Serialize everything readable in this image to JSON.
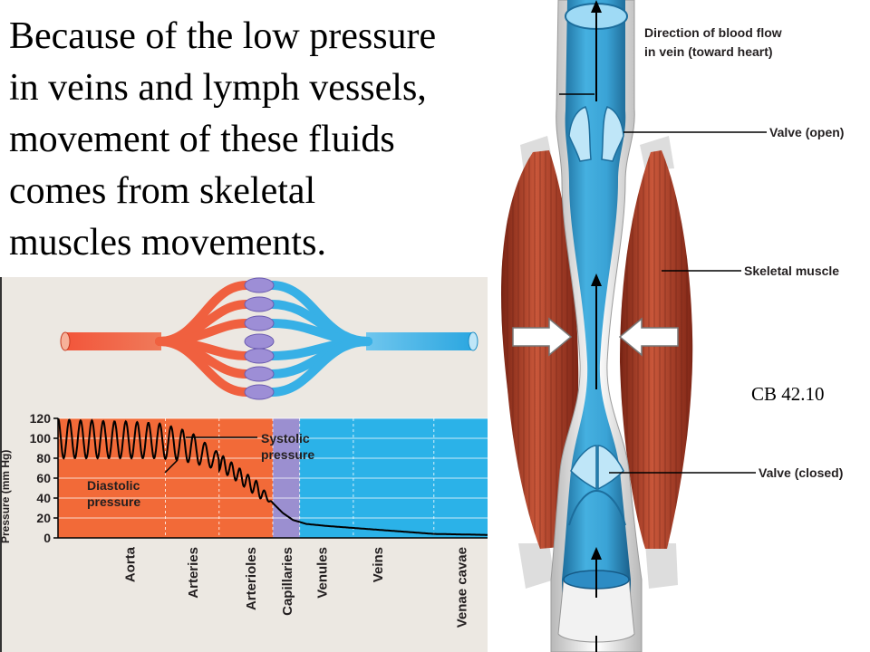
{
  "headline": {
    "lines": [
      "Because of the low pressure",
      "in veins and lymph vessels,",
      "movement of these fluids",
      "comes from skeletal",
      "muscles movements."
    ]
  },
  "vein_diagram": {
    "labels": {
      "flow_line1": "Direction of blood flow",
      "flow_line2": "in vein (toward heart)",
      "valve_open": "Valve (open)",
      "skeletal_muscle": "Skeletal muscle",
      "valve_closed": "Valve (closed)"
    },
    "reference": "CB 42.10",
    "colors": {
      "vein": "#3aa3d6",
      "vein_dark": "#1c6d9c",
      "muscle": "#b5452a",
      "arrow": "#ffffff"
    }
  },
  "pressure_chart": {
    "ylabel": "Pressure (mm Hg)",
    "annotations": {
      "systolic_1": "Systolic",
      "systolic_2": "pressure",
      "diastolic_1": "Diastolic",
      "diastolic_2": "pressure"
    },
    "colors": {
      "artery": "#f26a38",
      "capillary": "#9b8fd0",
      "vein": "#2bb2e8",
      "trace": "#000000"
    }
  },
  "chart_data": {
    "type": "line",
    "ylabel": "Pressure (mm Hg)",
    "ylim": [
      0,
      120
    ],
    "yticks": [
      0,
      20,
      40,
      60,
      80,
      100,
      120
    ],
    "categories": [
      "Aorta",
      "Arteries",
      "Arterioles",
      "Capillaries",
      "Venules",
      "Veins",
      "Venae cavae"
    ],
    "regions": [
      {
        "name": "Aorta",
        "from": 0,
        "to": 1.6
      },
      {
        "name": "Arteries",
        "from": 1.6,
        "to": 2.4
      },
      {
        "name": "Arterioles",
        "from": 2.4,
        "to": 3.2
      },
      {
        "name": "Capillaries",
        "from": 3.2,
        "to": 3.6
      },
      {
        "name": "Venules",
        "from": 3.6,
        "to": 4.4
      },
      {
        "name": "Veins",
        "from": 4.4,
        "to": 5.6
      },
      {
        "name": "Venae cavae",
        "from": 5.6,
        "to": 6.4
      }
    ],
    "series": [
      {
        "x": [
          0,
          0.25,
          0.5,
          0.75,
          1.0,
          1.25,
          1.5,
          1.8,
          2.0,
          2.2,
          2.4,
          2.6,
          2.8,
          3.0,
          3.2,
          3.35,
          3.5,
          3.7,
          4.0,
          4.4,
          5.0,
          5.6,
          6.4
        ],
        "systolic": [
          120,
          118,
          118,
          117,
          117,
          116,
          115,
          110,
          105,
          95,
          85,
          75,
          65,
          55,
          35,
          25,
          18,
          14,
          12,
          10,
          7,
          4,
          3
        ],
        "diastolic": [
          80,
          80,
          80,
          80,
          80,
          80,
          80,
          78,
          75,
          72,
          68,
          60,
          50,
          40,
          35,
          25,
          18,
          14,
          12,
          10,
          7,
          4,
          3
        ]
      }
    ]
  }
}
